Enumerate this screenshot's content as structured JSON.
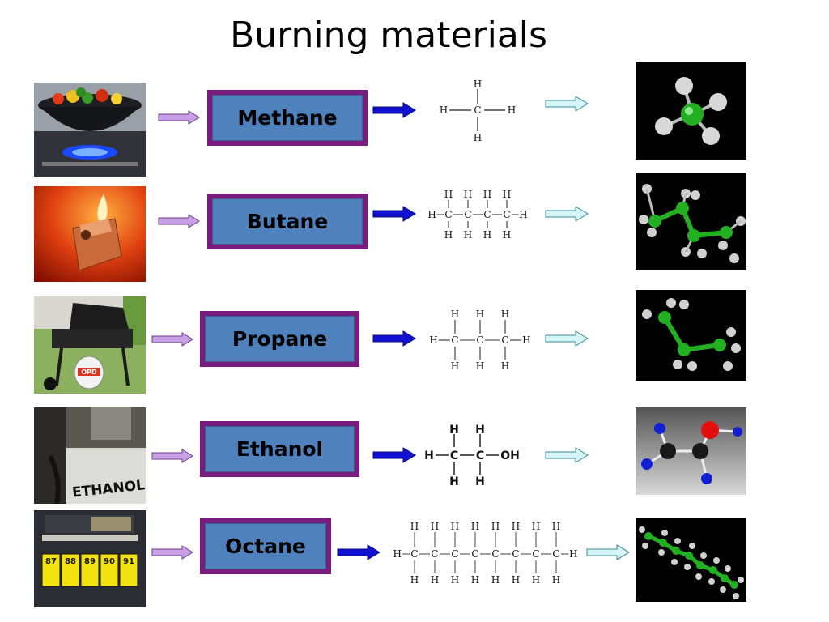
{
  "title": "Burning materials",
  "rows": [
    {
      "name": "Methane"
    },
    {
      "name": "Butane"
    },
    {
      "name": "Propane"
    },
    {
      "name": "Ethanol"
    },
    {
      "name": "Octane"
    }
  ],
  "atoms": {
    "h": "H",
    "c": "C",
    "oh": "OH"
  },
  "photos": {
    "ethanol_sign": "ETHANOL",
    "propane_tank": "OPD",
    "pump_prices": [
      "87",
      "88",
      "89",
      "90",
      "91"
    ]
  },
  "colors": {
    "label_border": "#7a1c7e",
    "label_fill": "#4f81bd",
    "arrow_lavender": "#c9a0e6",
    "arrow_blue": "#1010d0",
    "arrow_cyan": "#d6f5f8",
    "carbon_green": "#22b022",
    "hydrogen_white": "#e6e6e6"
  }
}
